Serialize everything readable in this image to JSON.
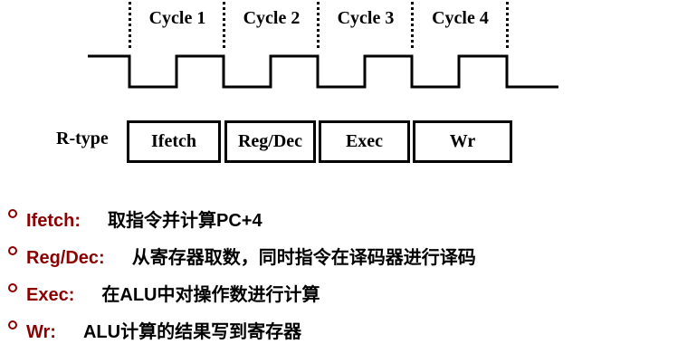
{
  "timing": {
    "cycle_labels": [
      "Cycle 1",
      "Cycle 2",
      "Cycle 3",
      "Cycle 4"
    ],
    "signal": "clock",
    "cycles": 4
  },
  "pipeline": {
    "row_label": "R-type",
    "stages": [
      "Ifetch",
      "Reg/Dec",
      "Exec",
      "Wr"
    ]
  },
  "notes": [
    {
      "term": "Ifetch:",
      "desc": "取指令并计算PC+4"
    },
    {
      "term": "Reg/Dec:",
      "desc": "从寄存器取数，同时指令在译码器进行译码"
    },
    {
      "term": "Exec:",
      "desc": "在ALU中对操作数进行计算"
    },
    {
      "term": "Wr:",
      "desc": "ALU计算的结果写到寄存器"
    }
  ],
  "colors": {
    "term": "#8b0000",
    "ink": "#000000",
    "background": "#ffffff"
  }
}
